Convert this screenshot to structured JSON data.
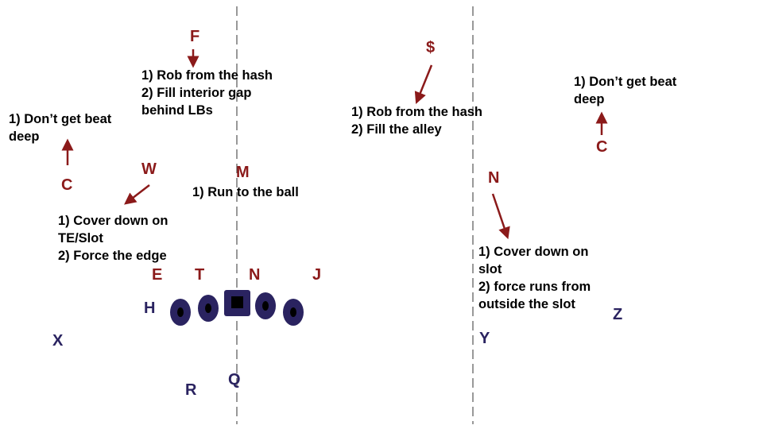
{
  "colors": {
    "defense": "#8b1a1a",
    "offense": "#2a2360",
    "hashline": "#555555",
    "notes": "#000000"
  },
  "hash_lines": {
    "style": "dashed",
    "count": 2
  },
  "offense": {
    "formation": {
      "center_shape": "square",
      "lineman_shape": "oval",
      "linemen_count": 4
    },
    "players": {
      "X": "X",
      "H": "H",
      "R": "R",
      "Q": "Q",
      "Y": "Y",
      "Z": "Z"
    }
  },
  "defense": {
    "players": {
      "F": "F",
      "dollar": "$",
      "W": "W",
      "M": "M",
      "N_ds": "N",
      "C_left": "C",
      "C_right": "C",
      "E": "E",
      "T": "T",
      "N_dl": "N",
      "J": "J"
    }
  },
  "notes": {
    "F": [
      "1) Rob from the hash",
      "2) Fill interior gap",
      "behind LBs"
    ],
    "dollar": [
      "1) Rob from the hash",
      "2) Fill the alley"
    ],
    "C_left": [
      "1) Don’t get beat",
      "deep"
    ],
    "C_right": [
      "1) Don’t get beat",
      "deep"
    ],
    "M": [
      "1) Run to the ball"
    ],
    "W": [
      "1) Cover down on",
      "TE/Slot",
      "2) Force the edge"
    ],
    "N_ds": [
      "1) Cover down on",
      "slot",
      "2) force runs from",
      "outside the slot"
    ]
  }
}
